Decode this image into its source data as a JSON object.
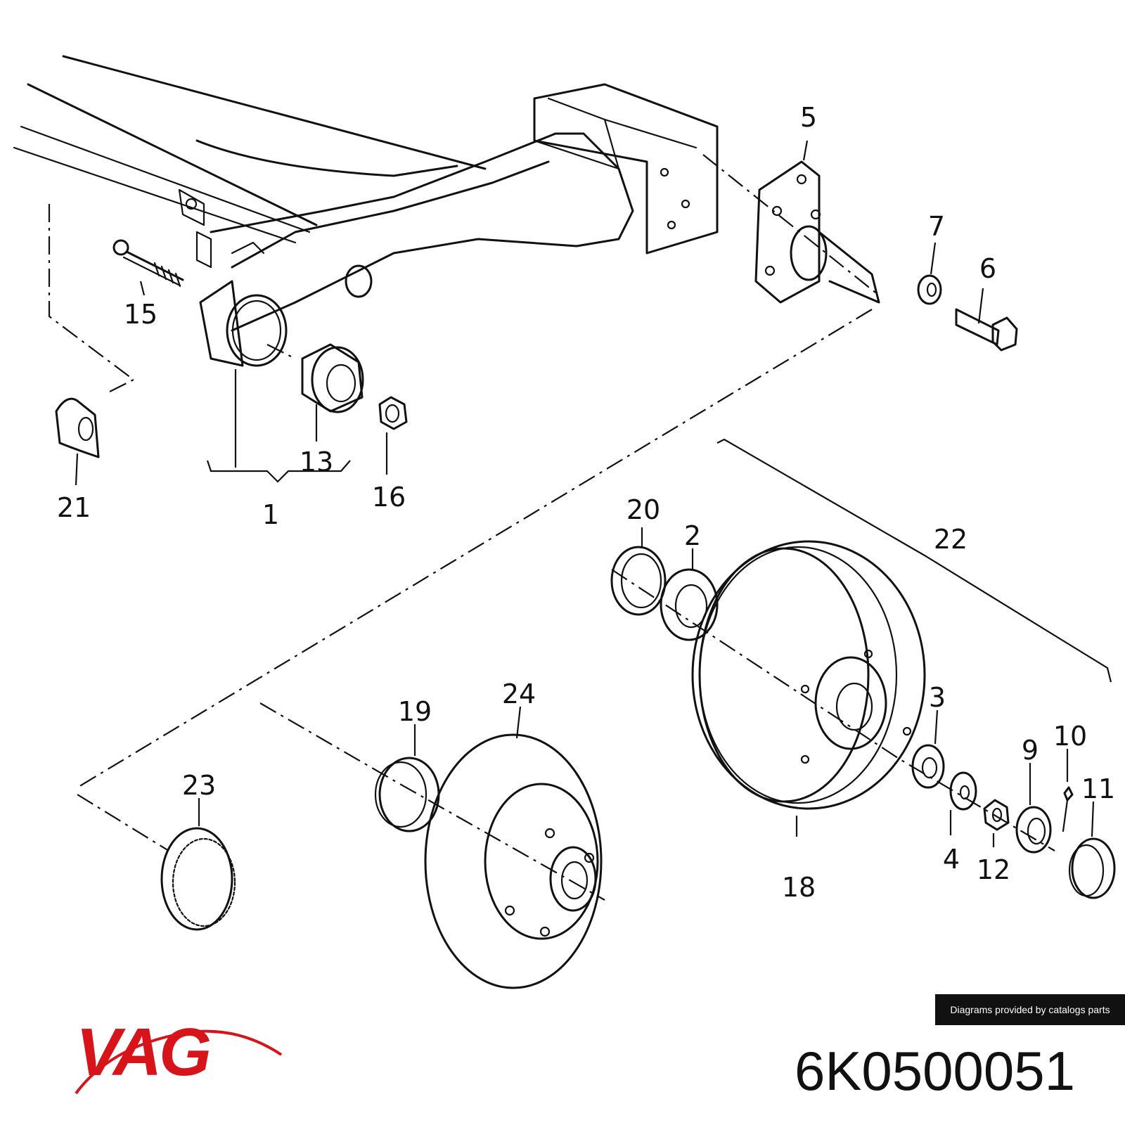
{
  "callouts": [
    {
      "id": "c1",
      "text": "1"
    },
    {
      "id": "c2",
      "text": "2"
    },
    {
      "id": "c3",
      "text": "3"
    },
    {
      "id": "c4",
      "text": "4"
    },
    {
      "id": "c5",
      "text": "5"
    },
    {
      "id": "c6",
      "text": "6"
    },
    {
      "id": "c7",
      "text": "7"
    },
    {
      "id": "c9",
      "text": "9"
    },
    {
      "id": "c10",
      "text": "10"
    },
    {
      "id": "c11",
      "text": "11"
    },
    {
      "id": "c12",
      "text": "12"
    },
    {
      "id": "c13",
      "text": "13"
    },
    {
      "id": "c15",
      "text": "15"
    },
    {
      "id": "c16",
      "text": "16"
    },
    {
      "id": "c18",
      "text": "18"
    },
    {
      "id": "c19",
      "text": "19"
    },
    {
      "id": "c20",
      "text": "20"
    },
    {
      "id": "c21",
      "text": "21"
    },
    {
      "id": "c22",
      "text": "22"
    },
    {
      "id": "c23",
      "text": "23"
    },
    {
      "id": "c24",
      "text": "24"
    }
  ],
  "credit": "Diagrams provided by catalogs parts",
  "brand": {
    "name": "VAG",
    "color": "#d7141a"
  },
  "part_number": "6K0500051"
}
